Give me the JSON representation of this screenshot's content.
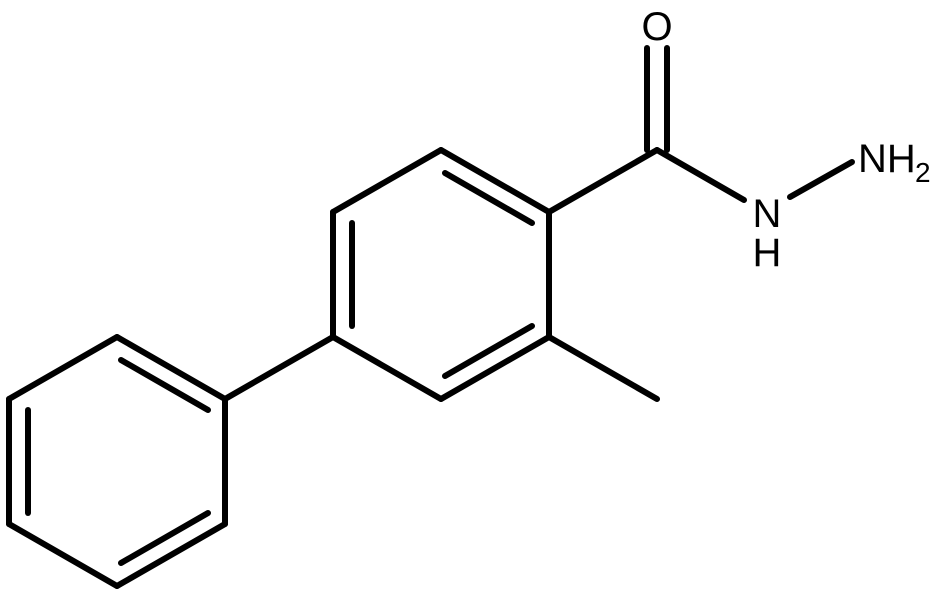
{
  "molecule": {
    "labels": {
      "oxygen": "O",
      "amine_nitrogen": "NH",
      "amine_subscript": "2",
      "amide_nitrogen": "N",
      "amide_hydrogen": "H"
    }
  }
}
